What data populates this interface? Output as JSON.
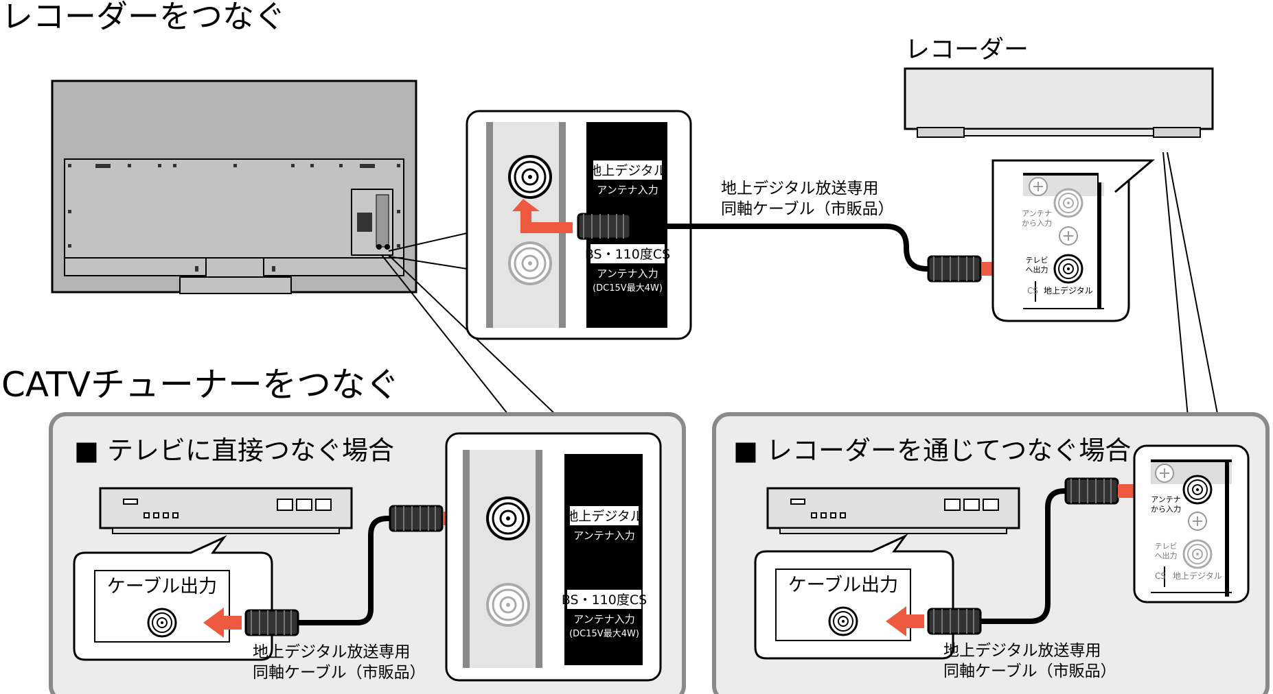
{
  "headings": {
    "recorder": "レコーダーをつなぐ",
    "catv": "CATVチューナーをつなぐ"
  },
  "recorder_label": "レコーダー",
  "cable_label": {
    "line1": "地上デジタル放送専用",
    "line2": "同軸ケーブル（市販品）"
  },
  "panel_labels": {
    "terrestrial": "地上デジタル",
    "terrestrial_sub": "アンテナ入力",
    "bs": "BS・110度CS",
    "bs_sub": "アンテナ入力",
    "bs_sub2": "(DC15V最大4W)"
  },
  "recorder_terminals": {
    "antenna_in_1": "アンテナ",
    "antenna_in_2": "から入力",
    "tv_out_1": "テレビ",
    "tv_out_2": "へ出力",
    "cs": "CS",
    "terrestrial": "地上デジタル"
  },
  "boxes": {
    "direct": "■ テレビに直接つなぐ場合",
    "via_recorder": "■ レコーダーを通じてつなぐ場合"
  },
  "cable_output": "ケーブル出力",
  "colors": {
    "arrow": "#ee5a40",
    "box_bg": "#ececec",
    "box_border": "#8a8a8a",
    "tv_body": "#b4b4b4",
    "label_bg": "#000000"
  }
}
